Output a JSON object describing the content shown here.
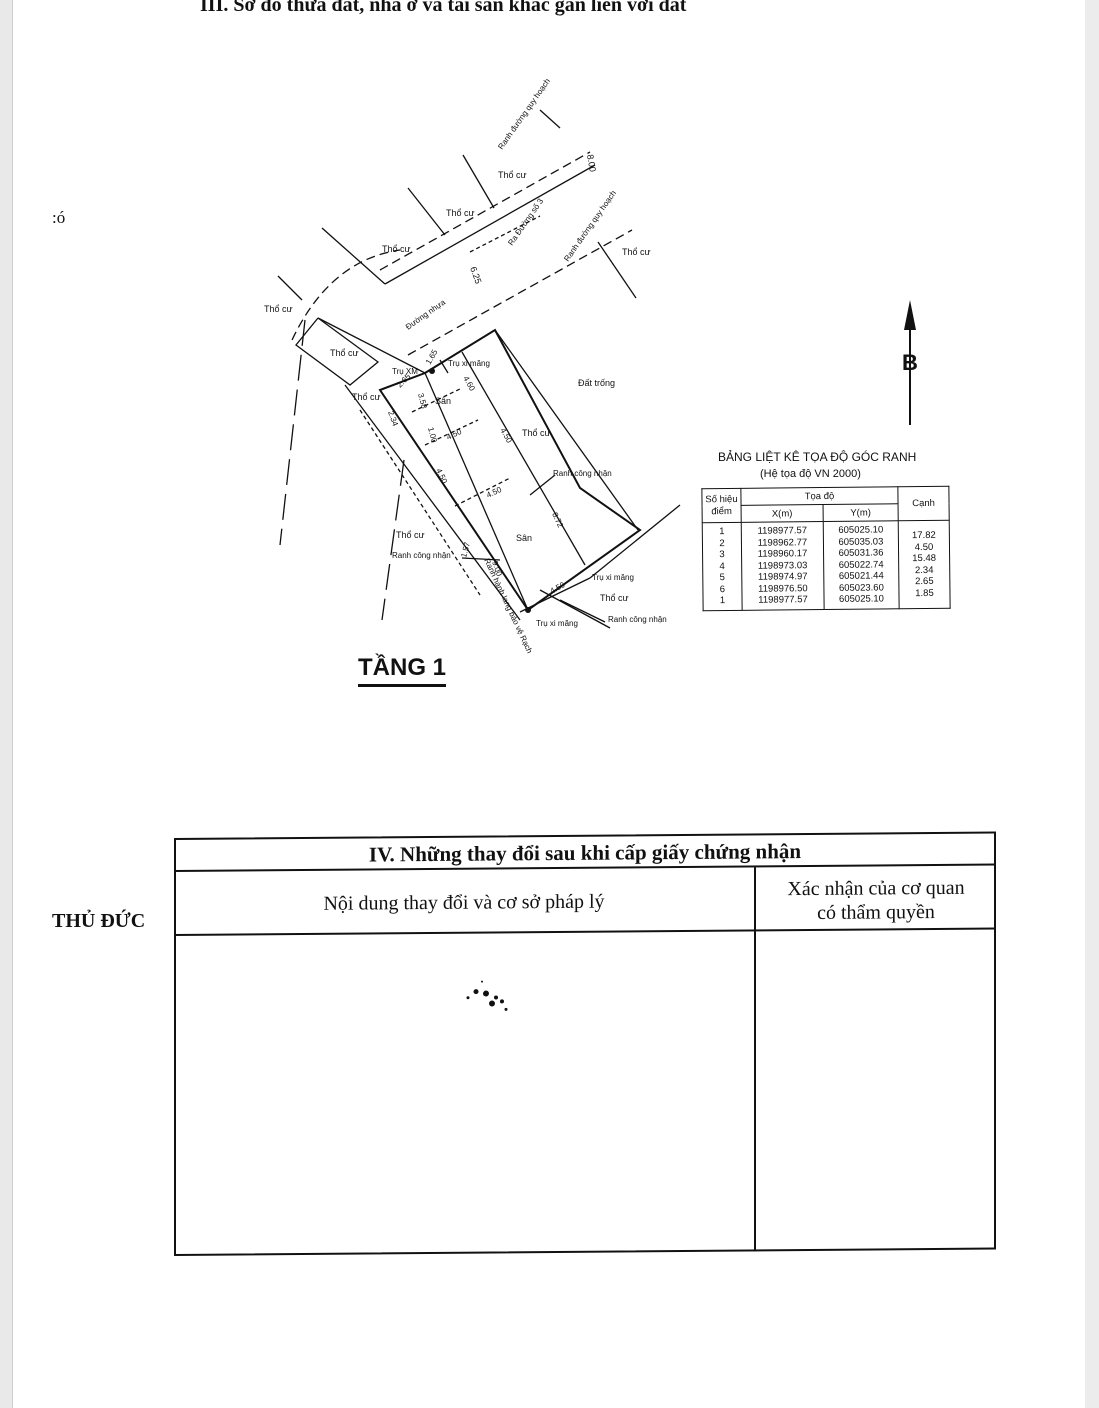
{
  "page": {
    "section_title": "III. Sơ đồ thửa đất, nhà ở và tài sản khác gắn liền với đất",
    "margin_mark": ":ó",
    "margin_district": "THỦ ĐỨC"
  },
  "plan": {
    "floor_label": "TẦNG 1",
    "north_label": "B",
    "labels": {
      "ranh_duong_qh_top": "Ranh đường quy hoạch",
      "ranh_duong_qh_mid": "Ranh đường quy hoạch",
      "tho_cu_1": "Thổ cư",
      "tho_cu_2": "Thổ cư",
      "tho_cu_3": "Thổ cư",
      "tho_cu_4": "Thổ cư",
      "tho_cu_5": "Thổ cư",
      "tho_cu_6": "Thổ cư",
      "tho_cu_7": "Thổ cư",
      "tho_cu_8": "Thổ cư",
      "tho_cu_9": "Thổ cư",
      "tho_cu_10": "Thổ cư",
      "ra_duong_so_3": "Ra Đường số 3",
      "duong_nhua": "Đường nhựa",
      "dat_trong": "Đất trống",
      "tru_xm": "Trụ XM",
      "tru_xi_mang_1": "Trụ xi măng",
      "tru_xi_mang_2": "Trụ xi măng",
      "tru_xi_mang_3": "Trụ xi măng",
      "san_1": "Sân",
      "san_2": "Sân",
      "ranh_cong_nhan_1": "Ranh công nhận",
      "ranh_cong_nhan_2": "Ranh công nhận",
      "ranh_cong_nhan_3": "Ranh công nhận",
      "ranh_hanh_lang": "Ranh hành lang bảo vệ Rạch"
    },
    "dimensions": {
      "d_800": "8.00",
      "d_625": "6.25",
      "d_165": "1.65",
      "d_460": "4.60",
      "d_265": "2.65",
      "d_358": "3.58",
      "d_234": "2.34",
      "d_450_a": "4.50",
      "d_450_b": "4.50",
      "d_450_c": "4.50",
      "d_450_d": "4.50",
      "d_450_e": "4.50",
      "d_100": "1.00",
      "d_872": "8.72",
      "d_900": "9.00",
      "d_157": "1.57"
    }
  },
  "coord_table": {
    "title": "BẢNG LIỆT KÊ TỌA ĐỘ GÓC RANH",
    "subtitle": "(Hệ tọa độ VN 2000)",
    "headers": {
      "point": "Số hiệu điểm",
      "coord": "Tọa độ",
      "x": "X(m)",
      "y": "Y(m)",
      "edge": "Cạnh"
    },
    "rows": [
      {
        "point": "1",
        "x": "1198977.57",
        "y": "605025.10"
      },
      {
        "point": "2",
        "x": "1198962.77",
        "y": "605035.03"
      },
      {
        "point": "3",
        "x": "1198960.17",
        "y": "605031.36"
      },
      {
        "point": "4",
        "x": "1198973.03",
        "y": "605022.74"
      },
      {
        "point": "5",
        "x": "1198974.97",
        "y": "605021.44"
      },
      {
        "point": "6",
        "x": "1198976.50",
        "y": "605023.60"
      },
      {
        "point": "1",
        "x": "1198977.57",
        "y": "605025.10"
      }
    ],
    "edges": [
      "17.82",
      "4.50",
      "15.48",
      "2.34",
      "2.65",
      "1.85"
    ]
  },
  "changes": {
    "title": "IV. Những thay đổi sau khi cấp giấy chứng nhận",
    "col_content": "Nội dung thay đổi và cơ sở pháp lý",
    "col_confirm_line1": "Xác nhận của cơ quan",
    "col_confirm_line2": "có thẩm quyền"
  }
}
